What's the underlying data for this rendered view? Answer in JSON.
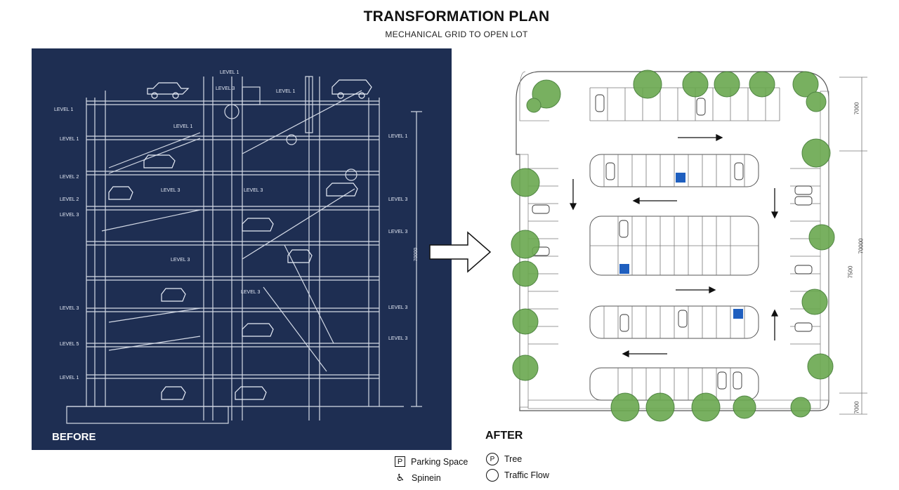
{
  "title": "TRANSFORMATION PLAN",
  "subtitle": "MECHANICAL GRID TO OPEN LOT",
  "before": {
    "label": "BEFORE",
    "level_labels": [
      "LEVEL 1",
      "LEVEL 1",
      "LEVEL 2",
      "LEVEL 2",
      "LEVEL 3",
      "LEVEL 3",
      "LEVEL 5",
      "LEVEL 1"
    ],
    "right_labels": [
      "LEVEL 1",
      "LEVEL 3",
      "LEVEL 3",
      "LEVEL 3",
      "LEVEL 3"
    ],
    "top_labels": [
      "LEVEL 1",
      "LEVEL 3",
      "LEVEL 1"
    ],
    "inner_labels": [
      "LEVEL 1",
      "LEVEL 3",
      "LEVEL 3",
      "LEVEL 3",
      "LEVEL 3"
    ],
    "dimension": "70000"
  },
  "after": {
    "label": "AFTER",
    "dimensions": [
      "7000",
      "70000",
      "7500",
      "7000"
    ]
  },
  "legend": {
    "parking_symbol": "P",
    "parking_label": "Parking Space",
    "accessible_symbol": "♿",
    "accessible_label": "Spinein",
    "tree_symbol": "P",
    "tree_label": "Tree",
    "traffic_label": "Traffic Flow"
  },
  "colors": {
    "blueprint_bg": "#1e2e52",
    "tree_green": "#6aa84f",
    "accessible_blue": "#1f5fbf"
  }
}
